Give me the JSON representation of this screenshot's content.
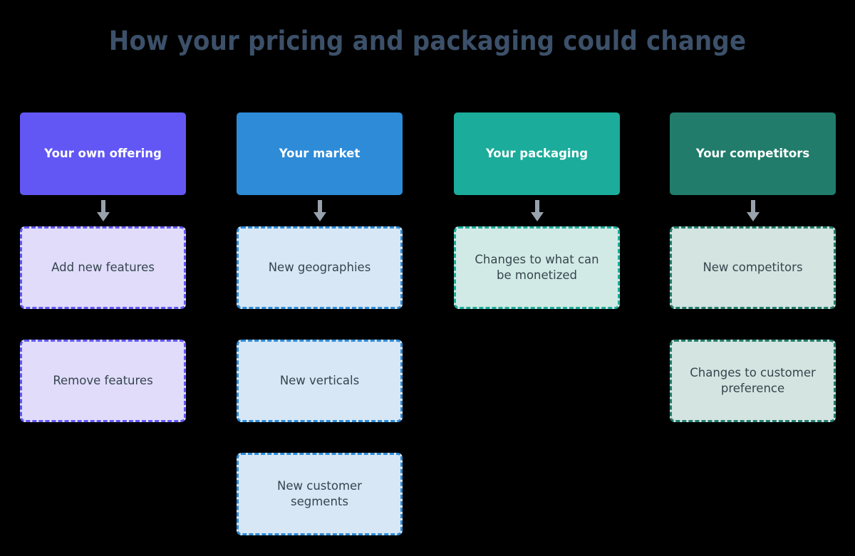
{
  "title": "How your pricing and packaging could change",
  "title_color": "#3c5069",
  "background_color": "#000000",
  "arrow_color": "#98a2ad",
  "body_text_color": "#36454f",
  "columns": [
    {
      "header": "Your own offering",
      "header_color": "#6257f5",
      "item_fill": "#e0dcfa",
      "item_border": "#6257f5",
      "items": [
        "Add new features",
        "Remove features"
      ]
    },
    {
      "header": "Your market",
      "header_color": "#2e8bd8",
      "item_fill": "#d7e7f5",
      "item_border": "#2e8bd8",
      "items": [
        "New geographies",
        "New verticals",
        "New customer segments"
      ]
    },
    {
      "header": "Your packaging",
      "header_color": "#1bac9b",
      "item_fill": "#d2eae5",
      "item_border": "#1bac9b",
      "items": [
        "Changes to what can be monetized"
      ]
    },
    {
      "header": "Your competitors",
      "header_color": "#217c6b",
      "item_fill": "#d4e4e0",
      "item_border": "#217c6b",
      "items": [
        "New competitors",
        "Changes to customer preference"
      ]
    }
  ]
}
